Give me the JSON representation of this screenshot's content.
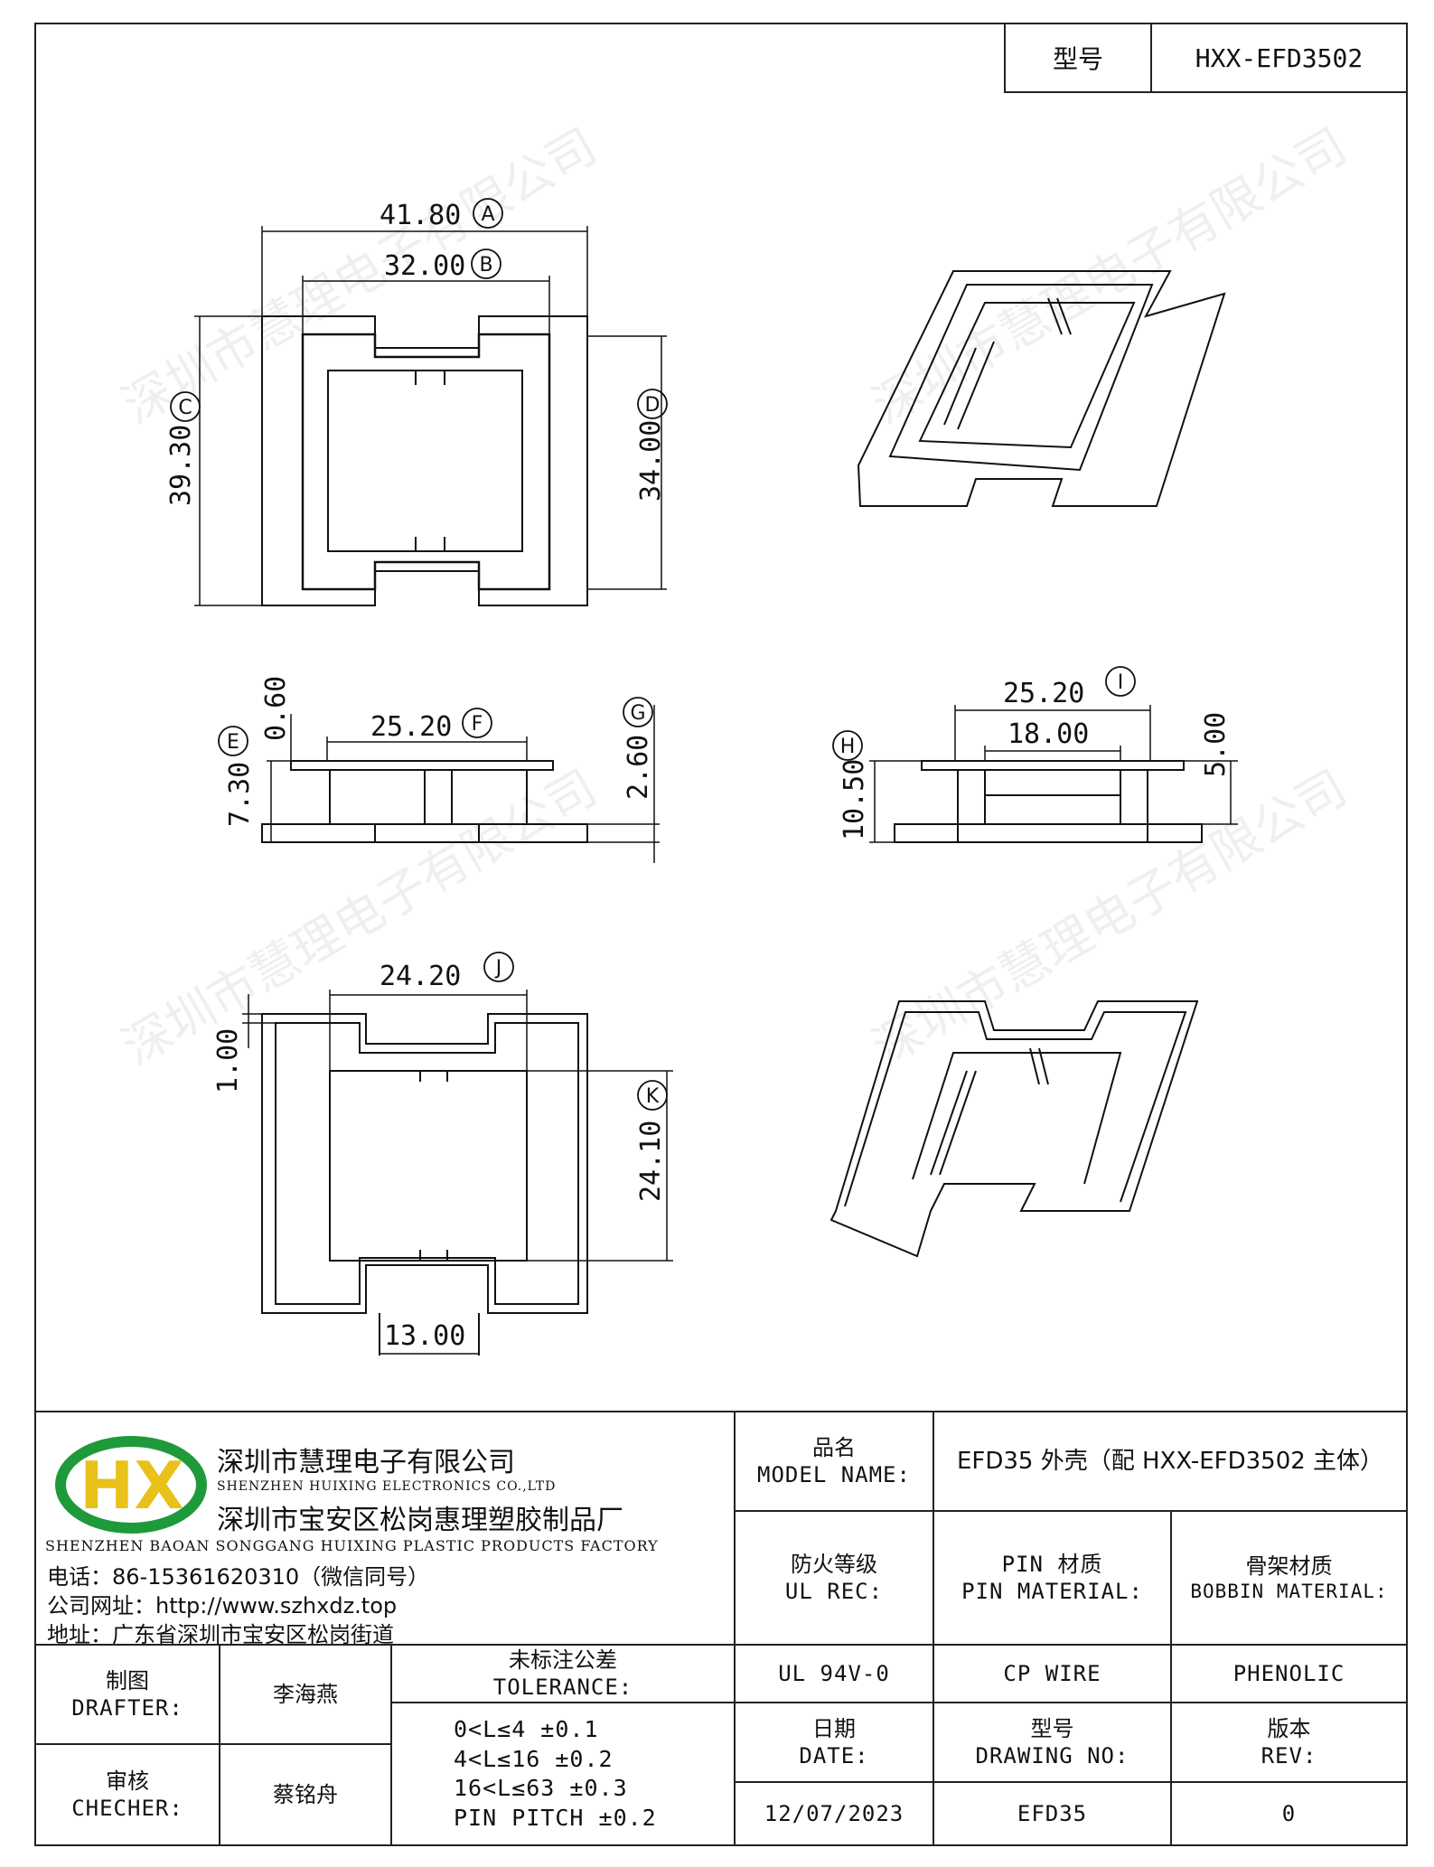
{
  "header": {
    "model_label": "型号",
    "model_value": "HXX-EFD3502"
  },
  "drawing": {
    "dimensions": {
      "A": "41.80",
      "B": "32.00",
      "C": "39.30",
      "D": "34.00",
      "E": "7.30",
      "F": "25.20",
      "G": "2.60",
      "top_thickness": "0.60",
      "H": "10.50",
      "I": "25.20",
      "inner_width": "18.00",
      "side_height": "5.00",
      "J": "24.20",
      "K": "24.10",
      "wall": "1.00",
      "bottom_slot": "13.00"
    },
    "markers": [
      "A",
      "B",
      "C",
      "D",
      "E",
      "F",
      "G",
      "H",
      "I",
      "J",
      "K"
    ],
    "watermark": "深圳市慧理电子有限公司"
  },
  "company": {
    "logo_text": "HX",
    "colors": {
      "logo_green": "#1e9a3a",
      "logo_yellow": "#e8c21a"
    },
    "name_cn": "深圳市慧理电子有限公司",
    "name_en": "SHENZHEN HUIXING ELECTRONICS CO.,LTD",
    "factory_cn": "深圳市宝安区松岗惠理塑胶制品厂",
    "factory_en": "SHENZHEN BAOAN SONGGANG HUIXING PLASTIC PRODUCTS FACTORY",
    "phone": "电话：86-15361620310（微信同号）",
    "website": "公司网址：http://www.szhxdz.top",
    "address": "地址：广东省深圳市宝安区松岗街道"
  },
  "title_block": {
    "model_name_label_cn": "品名",
    "model_name_label_en": "MODEL NAME:",
    "model_name_value": "EFD35 外壳（配 HXX-EFD3502 主体）",
    "ul_label_cn": "防火等级",
    "ul_label_en": "UL REC:",
    "ul_value": "UL 94V-0",
    "pin_label_cn": "PIN 材质",
    "pin_label_en": "PIN MATERIAL:",
    "pin_value": "CP WIRE",
    "bobbin_label_cn": "骨架材质",
    "bobbin_label_en": "BOBBIN MATERIAL:",
    "bobbin_value": "PHENOLIC",
    "drafter_label_cn": "制图",
    "drafter_label_en": "DRAFTER:",
    "drafter_value": "李海燕",
    "checker_label_cn": "审核",
    "checker_label_en": "CHECHER:",
    "checker_value": "蔡铭舟",
    "tolerance_label_cn": "未标注公差",
    "tolerance_label_en": "TOLERANCE:",
    "tolerance_lines": [
      "0<L≤4  ±0.1",
      "4<L≤16 ±0.2",
      "16<L≤63 ±0.3",
      "PIN PITCH ±0.2"
    ],
    "date_label_cn": "日期",
    "date_label_en": "DATE:",
    "date_value": "12/07/2023",
    "drawing_no_label_cn": "型号",
    "drawing_no_label_en": "DRAWING NO:",
    "drawing_no_value": "EFD35",
    "rev_label_cn": "版本",
    "rev_label_en": "REV:",
    "rev_value": "0"
  }
}
